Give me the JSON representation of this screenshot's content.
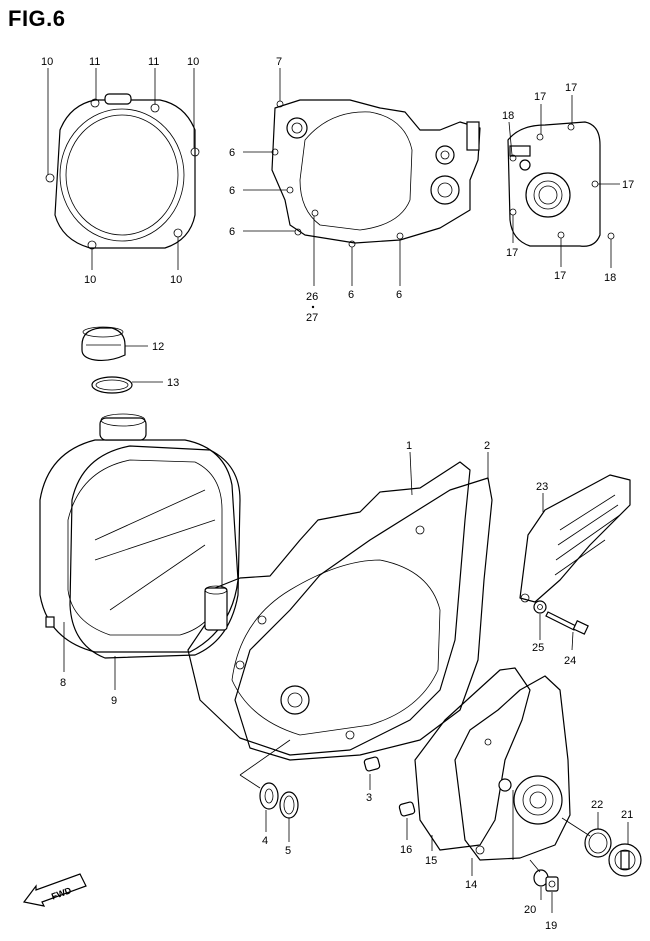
{
  "title": "FIG.6",
  "callouts": {
    "c10a": "10",
    "c11a": "11",
    "c11b": "11",
    "c10b": "10",
    "c10c": "10",
    "c10d": "10",
    "c7": "7",
    "c6a": "6",
    "c6b": "6",
    "c6c": "6",
    "c26": "26",
    "c27": "27",
    "c6d": "6",
    "c6e": "6",
    "c18a": "18",
    "c17a": "17",
    "c17b": "17",
    "c17c": "17",
    "c17d": "17",
    "c17e": "17",
    "c18b": "18",
    "c12": "12",
    "c13": "13",
    "c1": "1",
    "c2": "2",
    "c23": "23",
    "c25": "25",
    "c24": "24",
    "c8": "8",
    "c9": "9",
    "c3": "3",
    "c4": "4",
    "c5": "5",
    "c16": "16",
    "c15": "15",
    "c14": "14",
    "c20": "20",
    "c19": "19",
    "c22": "22",
    "c21": "21"
  },
  "fwd_label": "FWD"
}
